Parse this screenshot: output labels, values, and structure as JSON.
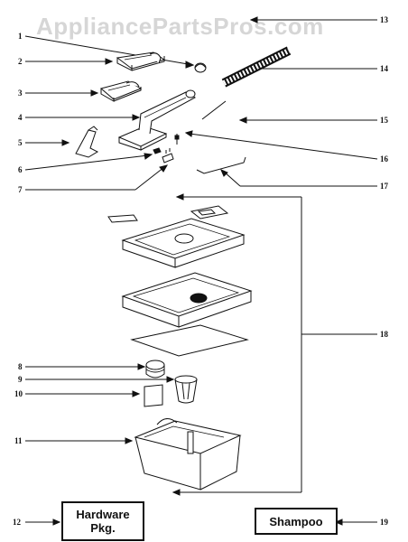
{
  "watermark": "AppliancePartsPros.com",
  "callouts": {
    "c1": "1",
    "c2": "2",
    "c3": "3",
    "c4": "4",
    "c5": "5",
    "c6": "6",
    "c7": "7",
    "c8": "8",
    "c9": "9",
    "c10": "10",
    "c11": "11",
    "c12": "12",
    "c13": "13",
    "c14": "14",
    "c15": "15",
    "c16": "16",
    "c17": "17",
    "c18": "18",
    "c19": "19"
  },
  "boxes": {
    "hardware_line1": "Hardware",
    "hardware_line2": "Pkg.",
    "shampoo": "Shampoo"
  }
}
